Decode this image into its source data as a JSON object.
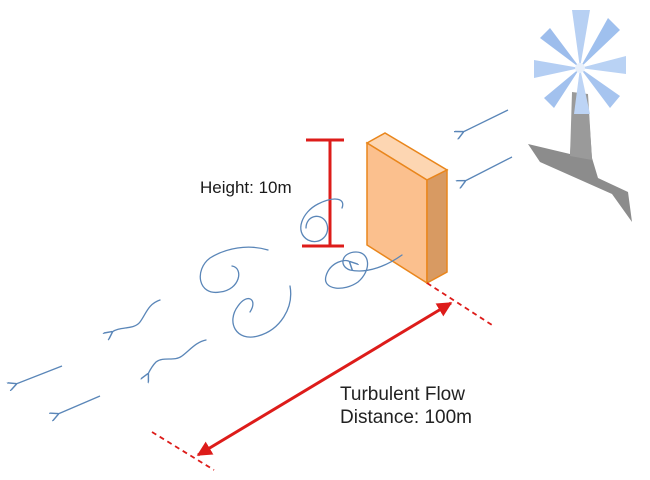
{
  "labels": {
    "height": "Height: 10m",
    "flow_line1": "Turbulent Flow",
    "flow_line2": "Distance: 100m"
  },
  "colors": {
    "measure_red": "#dd1c1a",
    "wind_blue": "#5a86b8",
    "building_front": "#fbc08e",
    "building_side": "#d89a62",
    "building_top": "#fdd6b2",
    "building_edge": "#e9861c",
    "turbine_tower": "#8a8a8a",
    "turbine_blades": "#a9c6ef"
  },
  "icons": {
    "turbine": "wind-turbine-icon",
    "building": "building-block-icon"
  }
}
